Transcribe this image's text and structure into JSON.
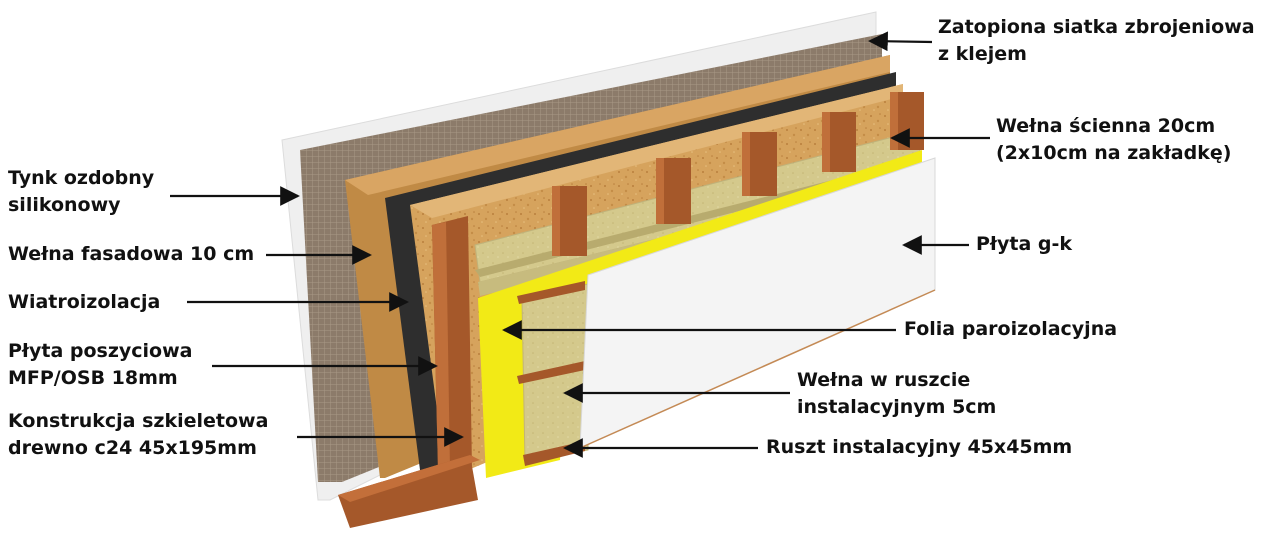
{
  "labels": {
    "siatka": [
      "Zatopiona siatka zbrojeniowa",
      "z klejem"
    ],
    "tynk": [
      "Tynk ozdobny",
      "silikonowy"
    ],
    "welna_fasadowa": [
      "Wełna fasadowa 10 cm"
    ],
    "wiatroizolacja": [
      "Wiatroizolacja"
    ],
    "plyta_poszyciowa": [
      "Płyta poszyciowa",
      "MFP/OSB 18mm"
    ],
    "konstrukcja": [
      "Konstrukcja szkieletowa",
      "drewno c24 45x195mm"
    ],
    "welna_scienna": [
      "Wełna ścienna 20cm",
      "(2x10cm na zakładkę)"
    ],
    "plyta_gk": [
      "Płyta g-k"
    ],
    "folia": [
      "Folia paroizolacyjna"
    ],
    "welna_ruszt": [
      "Wełna w ruszcie",
      "instalacyjnym 5cm"
    ],
    "ruszt": [
      "Ruszt instalacyjny 45x45mm"
    ]
  },
  "colors": {
    "plaster": "#f1f1f1",
    "mesh": "#8c7b6a",
    "facade_wool": "#c08a45",
    "wind_barrier": "#2e2e2e",
    "osb": "#d6a35d",
    "timber": "#a5582a",
    "wall_wool": "#d4c98c",
    "vapor_foil": "#f2ea16",
    "drywall": "#f4f4f4",
    "arrow": "#111111"
  }
}
